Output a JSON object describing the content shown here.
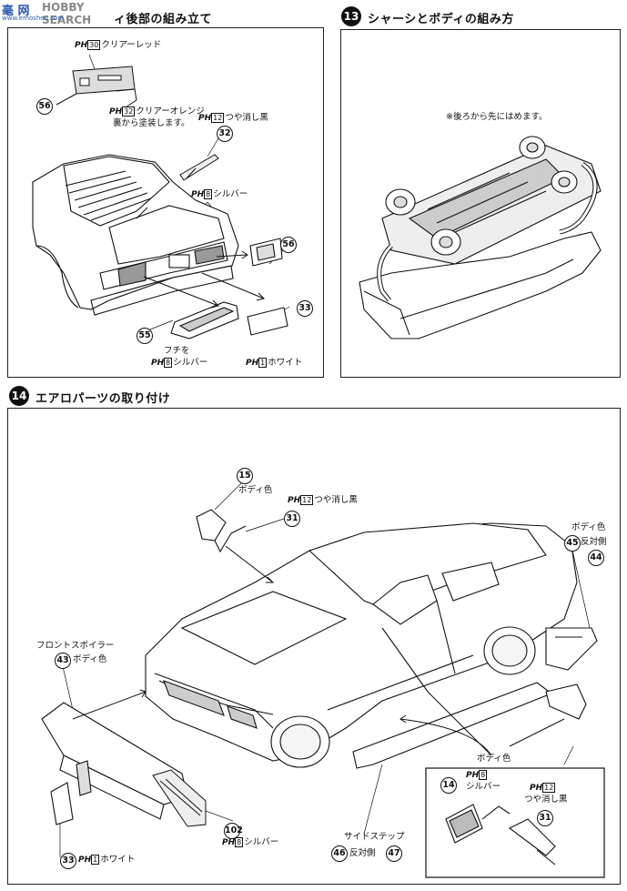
{
  "watermark": {
    "brand": "HOBBY SEARCH",
    "prefix": "毫 网",
    "url": "www.emoshou.com"
  },
  "step12": {
    "title": "ィ後部の組み立て",
    "labels": {
      "clear_red": "クリアーレッド",
      "clear_red_code": "30",
      "clear_orange": "クリアーオレンジ",
      "clear_orange_code": "32",
      "clear_orange_note": "裏から塗装します。",
      "flat_black": "つや消し黒",
      "flat_black_code": "12",
      "silver": "シルバー",
      "silver_code": "8",
      "edge": "フチを",
      "edge_silver": "シルバー",
      "edge_silver_code": "8",
      "white": "ホワイト",
      "white_code": "1",
      "ph": "PH"
    },
    "parts": [
      "56",
      "32",
      "56",
      "33",
      "55"
    ]
  },
  "step13": {
    "number": "13",
    "title": "シャーシとボディの組み方",
    "note": "※後ろから先にはめます。"
  },
  "step14": {
    "number": "14",
    "title": "エアロパーツの取り付け",
    "labels": {
      "body_color_15": "ボディ色",
      "flat_black_31": "つや消し黒",
      "flat_black_31_code": "12",
      "body_color_45": "ボディ色",
      "opposite_44": "反対側",
      "front_spoiler": "フロントスポイラー",
      "front_spoiler_color": "ボディ色",
      "body_color_side": "ボディ色",
      "silver_102": "シルバー",
      "silver_102_code": "8",
      "white_33": "ホワイト",
      "white_33_code": "1",
      "side_step": "サイドステップ",
      "opposite_47": "反対側",
      "inset_silver": "シルバー",
      "inset_silver_code": "8",
      "inset_flat_black": "つや消し黒",
      "inset_flat_black_code": "12",
      "ph": "PH"
    },
    "parts": [
      "15",
      "31",
      "45",
      "44",
      "43",
      "102",
      "33",
      "46",
      "47",
      "14",
      "31"
    ]
  }
}
